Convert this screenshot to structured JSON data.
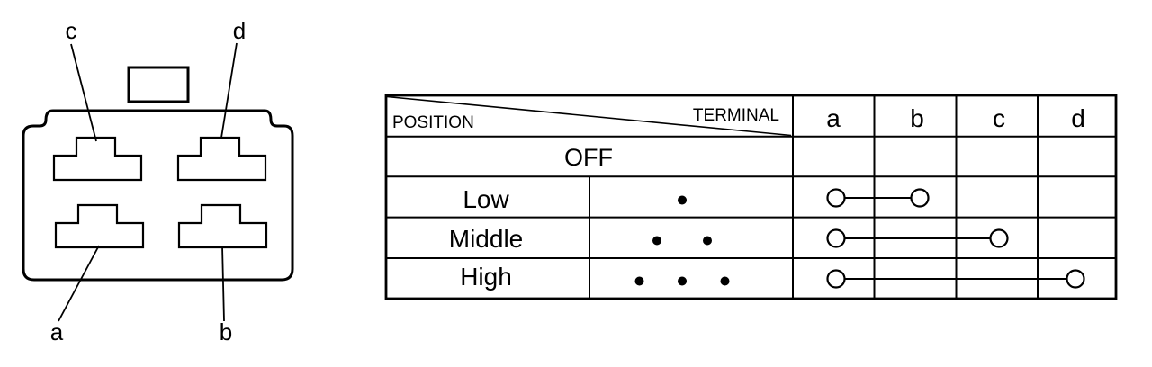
{
  "colors": {
    "ink": "#000000",
    "background": "#ffffff"
  },
  "connector": {
    "labels": {
      "top_left": "c",
      "top_right": "d",
      "bottom_left": "a",
      "bottom_right": "b"
    }
  },
  "table": {
    "header": {
      "position_label": "POSITION",
      "terminal_label": "TERMINAL"
    },
    "terminal_columns": [
      "a",
      "b",
      "c",
      "d"
    ],
    "rows": [
      {
        "position": "OFF",
        "dots": 0,
        "connection": null
      },
      {
        "position": "Low",
        "dots": 1,
        "connection": [
          "a",
          "b"
        ]
      },
      {
        "position": "Middle",
        "dots": 2,
        "connection": [
          "a",
          "c"
        ]
      },
      {
        "position": "High",
        "dots": 3,
        "connection": [
          "a",
          "d"
        ]
      }
    ]
  }
}
